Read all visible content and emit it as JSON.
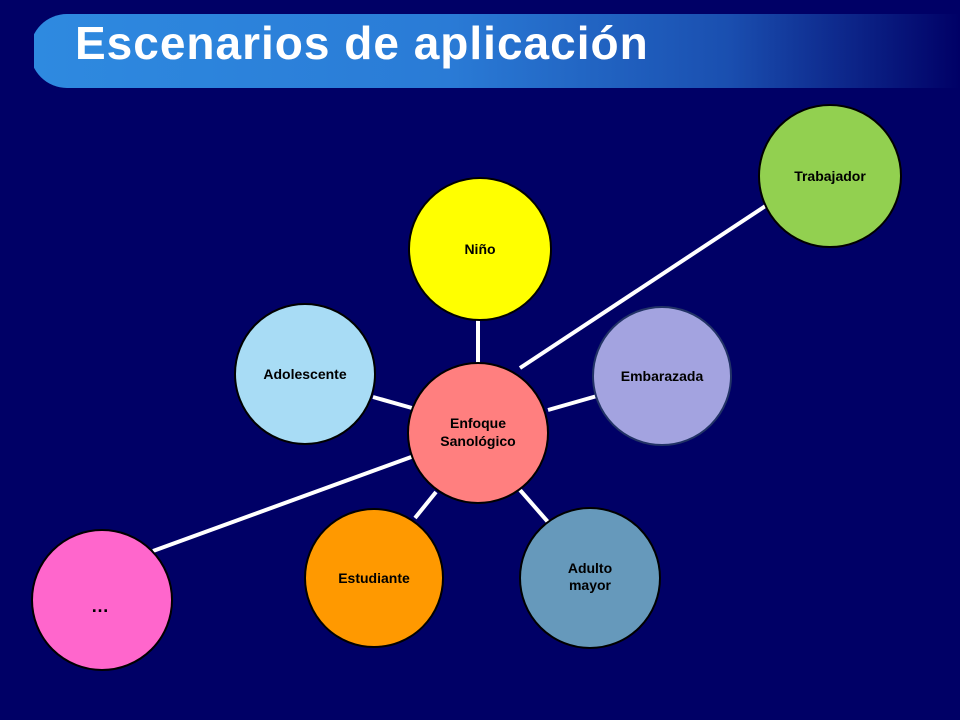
{
  "title": "Escenarios de aplicación",
  "center": {
    "label_line1": "Enfoque",
    "label_line2": "Sanológico",
    "color": "#ff7f7f"
  },
  "nodes": {
    "nino": {
      "label": "Niño",
      "color": "#ffff00"
    },
    "adolescente": {
      "label": "Adolescente",
      "color": "#a8dcf5"
    },
    "embarazada": {
      "label": "Embarazada",
      "color": "#a3a3e0"
    },
    "trabajador": {
      "label": "Trabajador",
      "color": "#92d050"
    },
    "estudiante": {
      "label": "Estudiante",
      "color": "#ff9900"
    },
    "adulto_mayor": {
      "label_line1": "Adulto",
      "label_line2": "mayor",
      "color": "#6699bb"
    },
    "etc": {
      "label": "…",
      "color": "#ff66cc"
    }
  }
}
